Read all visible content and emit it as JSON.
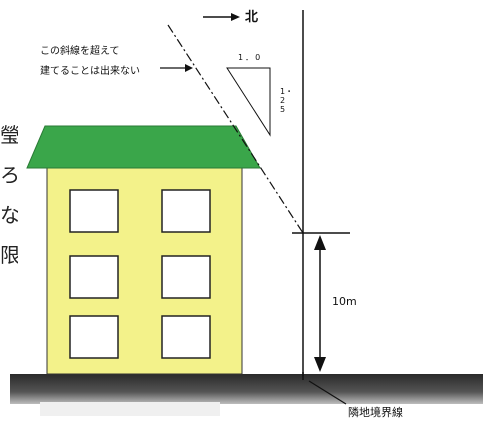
{
  "direction_label": "北",
  "slope_note_line1": "この斜線を超えて",
  "slope_note_line2": "建てることは出来ない",
  "ratio_horizontal": "1．0",
  "ratio_vertical": "1・25",
  "height_label": "10m",
  "boundary_label": "隣地境界線",
  "side_text": [
    "瑩",
    "ろ",
    "な",
    "限"
  ],
  "colors": {
    "roof": "#3aa64a",
    "wall": "#f3f28a",
    "ground": "#333333",
    "line": "#111111"
  }
}
